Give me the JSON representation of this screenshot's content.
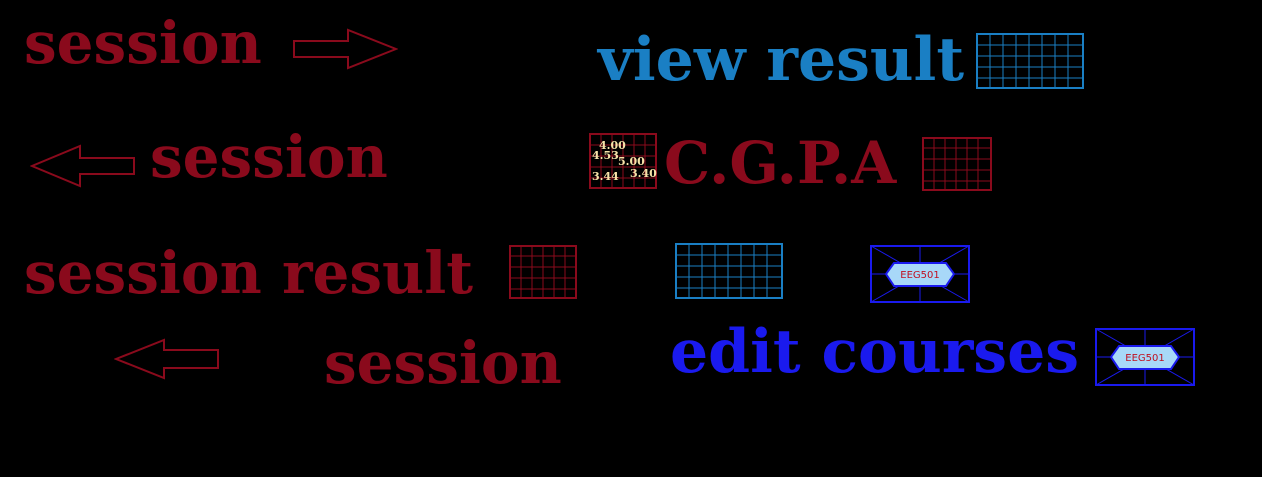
{
  "colors": {
    "background": "#000000",
    "maroon": "#8a0a1c",
    "sky": "#1a7fc4",
    "blue": "#1a1aee",
    "badge_fill": "#a8d8f8",
    "badge_text": "#c01020",
    "gpa_text": "#f7e3a8"
  },
  "labels": {
    "session_1": "session",
    "view_result": "view result",
    "session_2": "session",
    "cgpa": "C.G.P.A",
    "session_result": "session result",
    "session_3": "session",
    "edit_courses": "edit courses"
  },
  "gpa_values": [
    "4.00",
    "4.53",
    "5.00",
    "3.44",
    "3.40"
  ],
  "course_code": "EEG501",
  "icons": {
    "arrow_right": "arrow-right-outline",
    "arrow_left": "arrow-left-outline",
    "grid": "grid-table",
    "gpa_grid": "gpa-score-grid",
    "course_badge": "course-badge"
  }
}
